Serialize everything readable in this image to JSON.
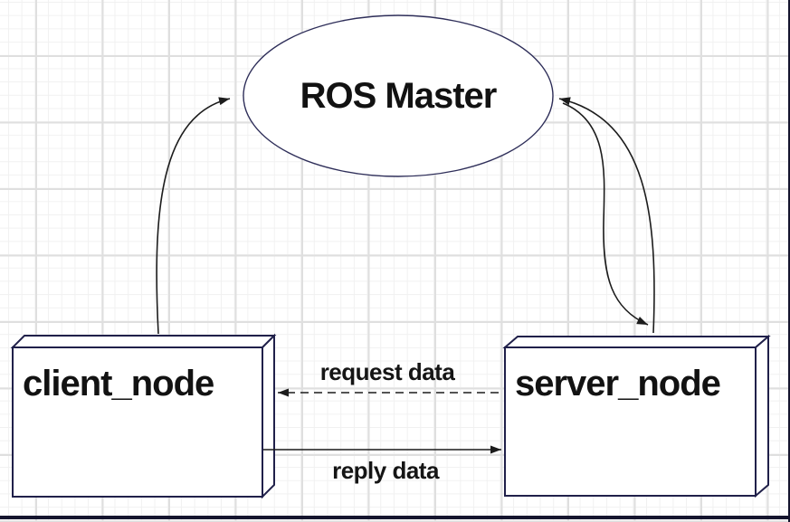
{
  "nodes": {
    "ros_master": {
      "label": "ROS Master",
      "shape": "ellipse"
    },
    "client_node": {
      "label": "client_node",
      "shape": "box3d"
    },
    "server_node": {
      "label": "server_node",
      "shape": "box3d"
    }
  },
  "edges": {
    "client_register": {
      "from": "client_node",
      "to": "ros_master",
      "style": "curved-solid"
    },
    "server_register": {
      "from": "server_node",
      "to": "ros_master",
      "style": "curved-solid"
    },
    "master_to_server": {
      "from": "ros_master",
      "to": "server_node",
      "style": "curved-solid"
    },
    "request": {
      "from": "server_node",
      "to": "client_node",
      "style": "dashed",
      "label": "request data"
    },
    "reply": {
      "from": "client_node",
      "to": "server_node",
      "style": "solid",
      "label": "reply data"
    }
  },
  "colors": {
    "background": "#ffffff",
    "grid_minor": "#f1f1f1",
    "grid_major": "#dfdfdf",
    "node_fill": "#ffffff",
    "node_outline": "#20204a",
    "arrow": "#1c1c1c",
    "text": "#121212",
    "frame_border": "#15152e"
  }
}
